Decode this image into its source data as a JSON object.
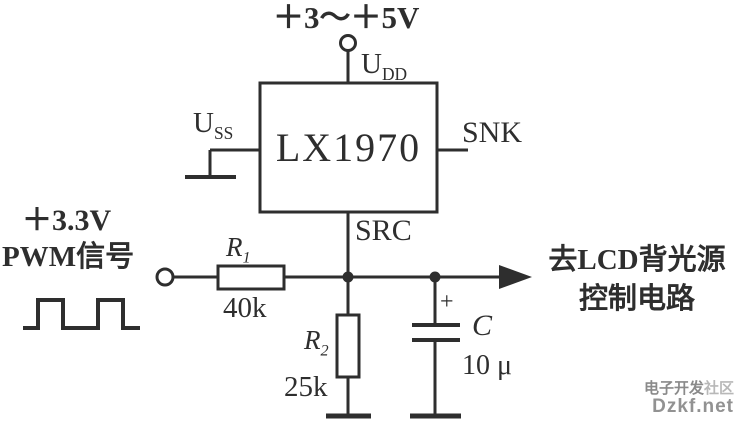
{
  "supply_label": "＋3～＋5V",
  "ic": {
    "name": "LX1970"
  },
  "pins": {
    "udd": {
      "base": "U",
      "sub": "DD"
    },
    "uss": {
      "base": "U",
      "sub": "SS"
    },
    "snk": "SNK",
    "src": "SRC"
  },
  "input": {
    "line1": "＋3.3V",
    "line2": "PWM信号"
  },
  "components": {
    "r1": {
      "base": "R",
      "sub": "1",
      "value": "40k"
    },
    "r2": {
      "base": "R",
      "sub": "2",
      "value": "25k"
    },
    "cap": {
      "label": "C",
      "value": "10 μ",
      "polarity": "+"
    }
  },
  "output": {
    "line1": "去LCD背光源",
    "line2": "控制电路"
  },
  "watermark": {
    "line1_dark": "电子开发",
    "line1_light": "社区",
    "line2": "Dzkf.net"
  },
  "colors": {
    "ink": "#2e2e2e",
    "watermark_dark": "#8a8a8a",
    "watermark_light": "#b8b8b8"
  }
}
